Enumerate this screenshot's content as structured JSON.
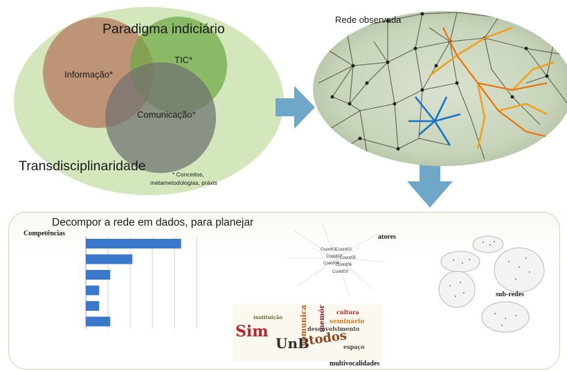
{
  "colors": {
    "big_ellipse": "#d4e6bc",
    "informacao_circle": "#b57a5f",
    "tic_circle": "#7fb655",
    "comunicacao_circle": "#7b7b7b",
    "arrow": "#6fa7c9",
    "bar": "#3a78cc",
    "panel_border": "#c8d9b6"
  },
  "venn": {
    "title": "Paradigma indiciário",
    "circle_informacao": "Informação*",
    "circle_tic": "TIC*",
    "circle_comunicacao": "Comunicação*",
    "base_label": "Transdisciplinaridade",
    "footnote_line1": "* Conceitos,",
    "footnote_line2": "metametodologias, práxis"
  },
  "network": {
    "title": "Rede observada"
  },
  "panel": {
    "title": "Decompor a rede em dados, para planejar",
    "chart_label": "Competências",
    "atores_label": "atores",
    "subredes_label": "sub-redes",
    "multivocalidades_label": "multivocalidades",
    "actor_nodes": [
      "Coord01",
      "Coord02",
      "Coord03",
      "Coord04",
      "Coord05",
      "Coord06",
      "Coord07"
    ],
    "cloud_words": [
      "Sim",
      "UnB",
      "todos",
      "comunicação",
      "memória",
      "seminário",
      "desenvolvimento",
      "instituição",
      "espaço",
      "cultura"
    ]
  },
  "chart_data": {
    "type": "bar",
    "orientation": "horizontal",
    "title": "Competências",
    "categories": [
      "",
      "",
      "",
      "",
      "",
      ""
    ],
    "values": [
      4.3,
      2.1,
      1.1,
      0.6,
      0.6,
      1.1
    ],
    "xlim": [
      0,
      5.5
    ],
    "grid": true
  }
}
